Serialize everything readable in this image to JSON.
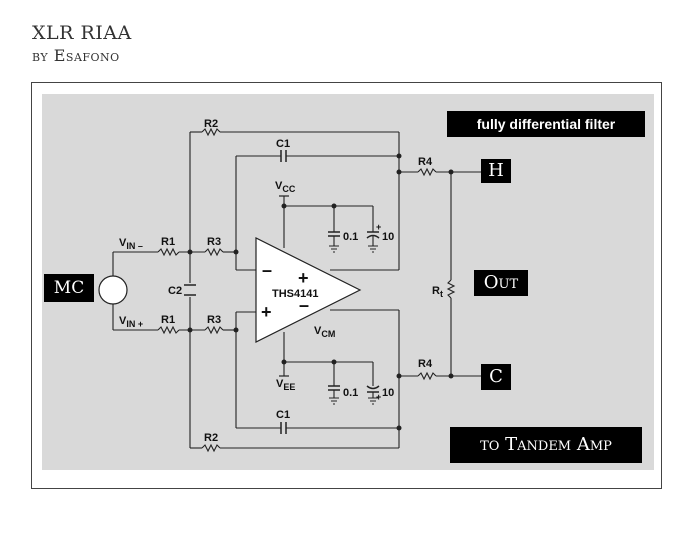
{
  "header": {
    "title": "XLR RIAA",
    "subtitle": "by Esafono"
  },
  "tags": {
    "filter": "fully differential filter",
    "h": "H",
    "out": "Out",
    "c": "C",
    "mc": "MC",
    "amp": "to Tandem Amp"
  },
  "components": {
    "r1": "R1",
    "r2": "R2",
    "r3": "R3",
    "r4": "R4",
    "c1": "C1",
    "c2": "C2",
    "rt": "R",
    "rt_sub": "t",
    "vin": "V",
    "vin_minus_sub": "IN –",
    "vin_plus_sub": "IN +",
    "vcc": "V",
    "vcc_sub": "CC",
    "vee": "V",
    "vee_sub": "EE",
    "vcm": "V",
    "vcm_sub": "CM",
    "opamp": "THS4141",
    "cap_small": "0.1",
    "cap_large": "10",
    "minus": "–",
    "plus": "+"
  }
}
